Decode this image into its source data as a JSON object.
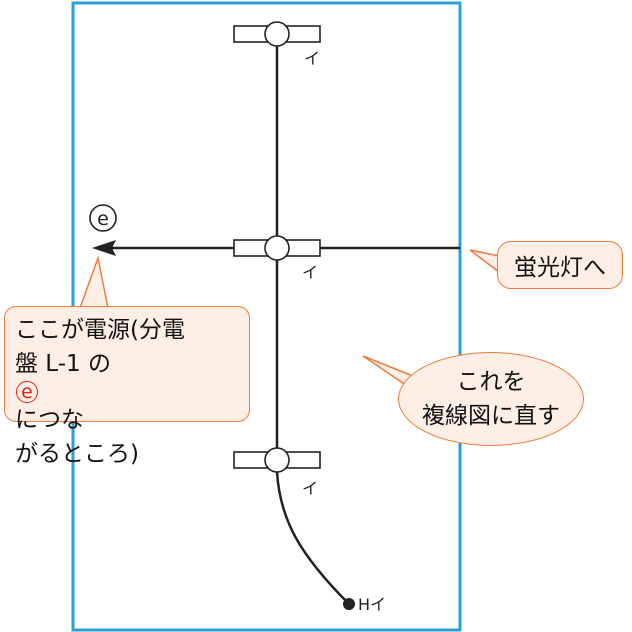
{
  "labels": {
    "switch_top": "イ",
    "switch_mid": "イ",
    "switch_low": "イ",
    "terminal": "Hイ",
    "power_mark": "e"
  },
  "callouts": {
    "lamp": "蛍光灯へ",
    "power_pre": "ここが電源(分電\n盤 L-1 の",
    "power_mark": "e",
    "power_post": "につな\nがるところ)",
    "redraw_line1": "これを",
    "redraw_line2": "複線図に直す"
  },
  "colors": {
    "frame": "#2aa0d6",
    "wire": "#222222",
    "callout_fill": "#fdeee6",
    "callout_border": "#ee7a3c",
    "accent_red": "#e6231e"
  }
}
